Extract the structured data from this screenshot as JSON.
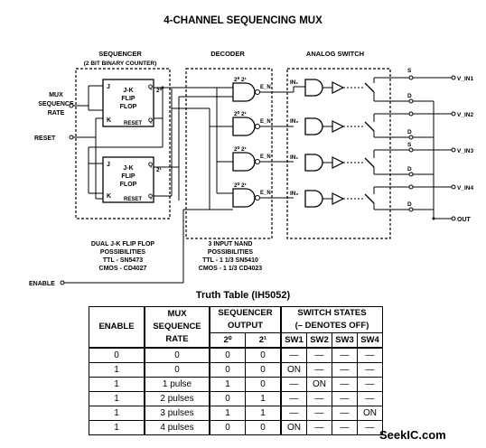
{
  "title": "4-CHANNEL SEQUENCING MUX",
  "sections": {
    "sequencer": {
      "title": "SEQUENCER",
      "subtitle": "(2 BIT BINARY COUNTER)"
    },
    "decoder": {
      "title": "DECODER"
    },
    "analog_switch": {
      "title": "ANALOG SWITCH"
    }
  },
  "inputs": {
    "mux_rate": [
      "MUX",
      "SEQUENCE",
      "RATE"
    ],
    "reset": "RESET",
    "enable": "ENABLE"
  },
  "flip_flops": {
    "top": {
      "j": "J",
      "k": "K",
      "body": [
        "J-K",
        "FLIP",
        "FLOP"
      ],
      "q": "Q",
      "qbar": "Q",
      "out": "2⁰",
      "reset": "RESET"
    },
    "bottom": {
      "j": "J",
      "k": "K",
      "body": [
        "J-K",
        "FLIP",
        "FLOP"
      ],
      "q": "Q",
      "qbar": "Q",
      "out": "2¹",
      "reset": "RESET"
    }
  },
  "decoder_gates": [
    {
      "inputs": "2⁰ 2¹",
      "en": "E_N"
    },
    {
      "inputs": "2⁰ 2¹",
      "en": "E_N"
    },
    {
      "inputs": "2⁰ 2¹",
      "en": "E_N"
    },
    {
      "inputs": "2⁰ 2¹",
      "en": "E_N"
    }
  ],
  "switch_inputs": [
    "IN₁",
    "IN₂",
    "IN₁",
    "IN₂"
  ],
  "outputs": {
    "s_labels": [
      "S",
      "D",
      "D",
      "S",
      "D",
      "D"
    ],
    "v_labels": [
      "V_IN1",
      "V_IN2",
      "V_IN3",
      "V_IN4"
    ],
    "out": "OUT"
  },
  "notes": {
    "sequencer": [
      "DUAL J-K FLIP FLOP",
      "POSSIBILITIES",
      "TTL - SN5473",
      "CMOS - CD4027"
    ],
    "decoder": [
      "3 INPUT NAND",
      "POSSIBILITIES",
      "TTL - 1 1/3 SN5410",
      "CMOS - 1 1/3 CD4023"
    ]
  },
  "truth_table": {
    "title": "Truth Table (IH5052)",
    "headers": {
      "enable": "ENABLE",
      "mux": [
        "MUX",
        "SEQUENCE",
        "RATE"
      ],
      "seq": [
        "SEQUENCER",
        "OUTPUT"
      ],
      "seq_bits": [
        "2⁰",
        "2¹"
      ],
      "switch": [
        "SWITCH STATES",
        "(– DENOTES OFF)"
      ],
      "sw": [
        "SW1",
        "SW2",
        "SW3",
        "SW4"
      ]
    },
    "rows": [
      [
        "0",
        "0",
        "0",
        "0",
        "—",
        "—",
        "—",
        "—"
      ],
      [
        "1",
        "0",
        "0",
        "0",
        "ON",
        "—",
        "—",
        "—"
      ],
      [
        "1",
        "1 pulse",
        "1",
        "0",
        "—",
        "ON",
        "—",
        "—"
      ],
      [
        "1",
        "2 pulses",
        "0",
        "1",
        "—",
        "—",
        "—",
        "—"
      ],
      [
        "1",
        "3 pulses",
        "1",
        "1",
        "—",
        "—",
        "—",
        "ON"
      ],
      [
        "1",
        "4 pulses",
        "0",
        "0",
        "ON",
        "—",
        "—",
        "—"
      ]
    ]
  },
  "watermark": "SeekIC.com"
}
